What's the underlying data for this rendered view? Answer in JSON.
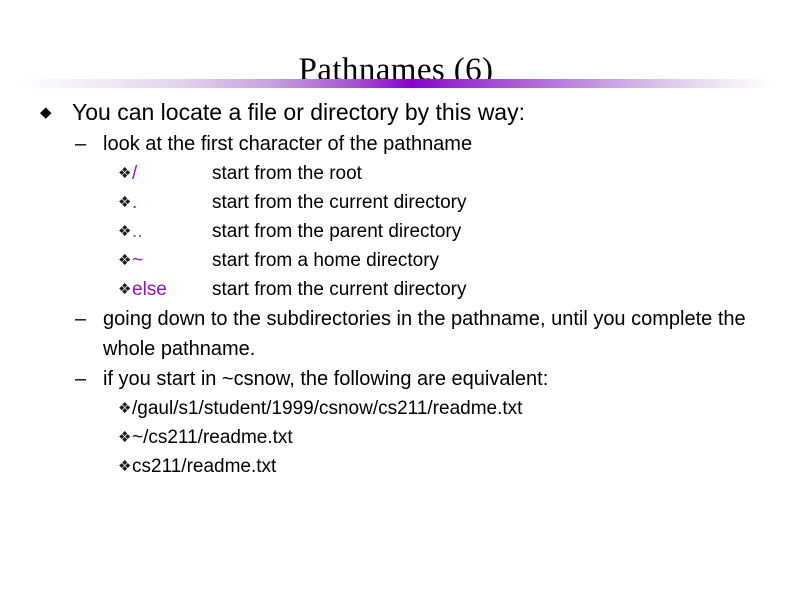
{
  "slide": {
    "title": "Pathnames (6)",
    "divider_accent_color": "#8b00cc",
    "purple_text_color": "#8a17b5",
    "markers": {
      "level1": "◆",
      "level2": "–",
      "level3": "❖"
    },
    "content": [
      {
        "level": 1,
        "marker_name": "diamond-bullet-icon",
        "text": "You can locate a file or directory by this way:"
      },
      {
        "level": 2,
        "marker_name": "dash-bullet-icon",
        "text": "look at the first character of the pathname"
      },
      {
        "level": 3,
        "marker_name": "four-dot-diamond-bullet-icon",
        "symbol": "/",
        "symbol_color": "purple",
        "description": "start from the root"
      },
      {
        "level": 3,
        "marker_name": "four-dot-diamond-bullet-icon",
        "symbol": ".",
        "symbol_color": "purple",
        "description": "start from the current directory"
      },
      {
        "level": 3,
        "marker_name": "four-dot-diamond-bullet-icon",
        "symbol": "..",
        "symbol_color": "grayish",
        "description": "start from the parent directory"
      },
      {
        "level": 3,
        "marker_name": "four-dot-diamond-bullet-icon",
        "symbol": "~",
        "symbol_color": "purple",
        "description": "start from a home directory"
      },
      {
        "level": 3,
        "marker_name": "four-dot-diamond-bullet-icon",
        "symbol": "else",
        "symbol_color": "purple",
        "description": "start from the current directory"
      },
      {
        "level": 2,
        "marker_name": "dash-bullet-icon",
        "text": "going down to the subdirectories in the pathname, until you complete the whole pathname."
      },
      {
        "level": 2,
        "marker_name": "dash-bullet-icon",
        "text": "if you start in ~csnow, the following are equivalent:"
      },
      {
        "level": 3,
        "marker_name": "four-dot-diamond-bullet-icon",
        "text": "/gaul/s1/student/1999/csnow/cs211/readme.txt"
      },
      {
        "level": 3,
        "marker_name": "four-dot-diamond-bullet-icon",
        "text": "~/cs211/readme.txt"
      },
      {
        "level": 3,
        "marker_name": "four-dot-diamond-bullet-icon",
        "text": "cs211/readme.txt"
      }
    ]
  }
}
